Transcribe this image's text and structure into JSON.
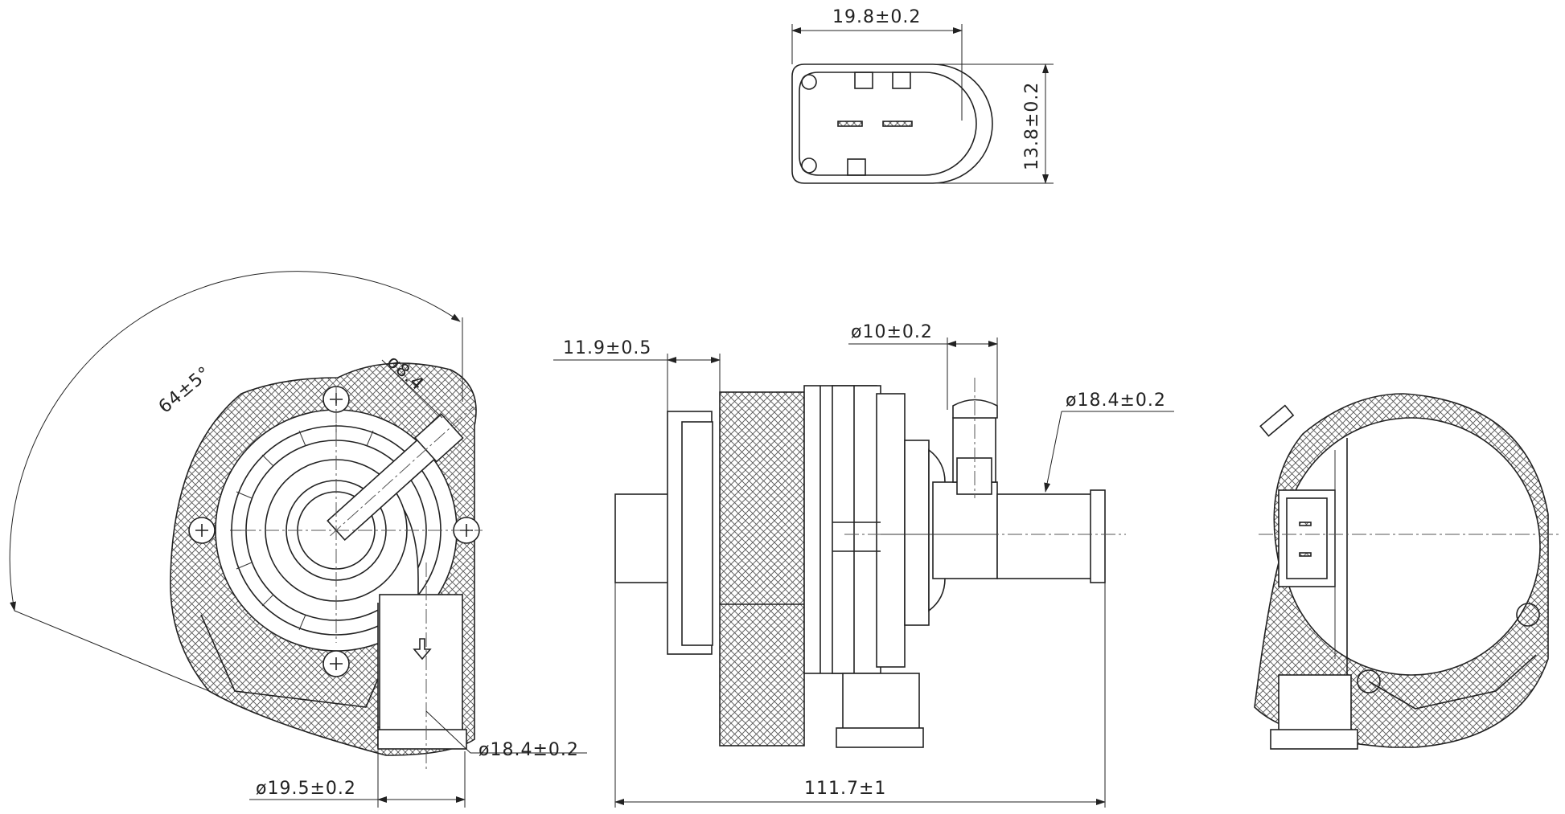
{
  "dimensions": {
    "connector_width": "19.8±0.2",
    "connector_height": "13.8±0.2",
    "angle": "64±5°",
    "small_port_dia_left": "ø8.4",
    "outlet_dia_left": "ø18.4±0.2",
    "outlet_outer_dia": "ø19.5±0.2",
    "flange_thickness": "11.9±0.5",
    "small_port_dia": "ø10±0.2",
    "outlet_dia_side": "ø18.4±0.2",
    "overall_length": "111.7±1"
  },
  "colors": {
    "line": "#222222",
    "background": "#ffffff"
  }
}
